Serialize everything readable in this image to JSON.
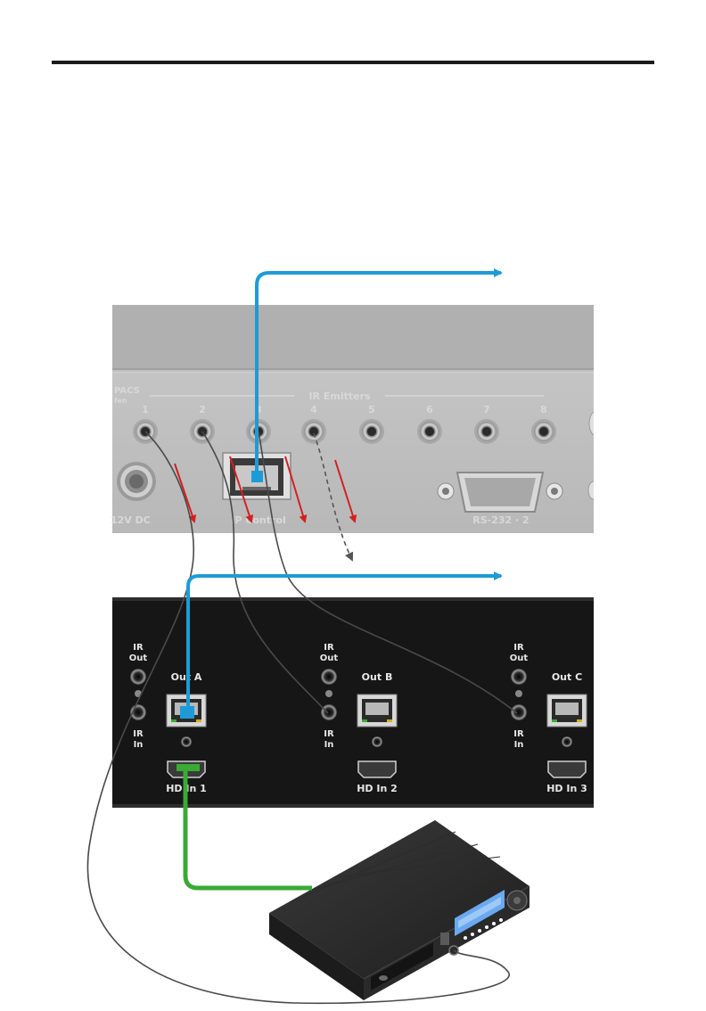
{
  "panel_top": {
    "group_label": "IR Emitters",
    "side_label": "PACS",
    "side_sub": "fen",
    "ports": [
      "1",
      "2",
      "3",
      "4",
      "5",
      "6",
      "7",
      "8"
    ],
    "power_label": "12V DC",
    "ip_label": "IP Control",
    "serial_label": "RS-232 · 2"
  },
  "panel_bottom": {
    "ir_out": [
      "IR",
      "Out"
    ],
    "ir_in": [
      "IR",
      "In"
    ],
    "outputs": [
      {
        "out_label": "Out A",
        "hd_label": "HD In 1"
      },
      {
        "out_label": "Out B",
        "hd_label": "HD In 2"
      },
      {
        "out_label": "Out C",
        "hd_label": "HD In 3"
      }
    ]
  },
  "colors": {
    "network": "#1e9bd7",
    "hdmi": "#3aaa35",
    "arrow": "#d42020",
    "cable": "#4a4a4a"
  }
}
